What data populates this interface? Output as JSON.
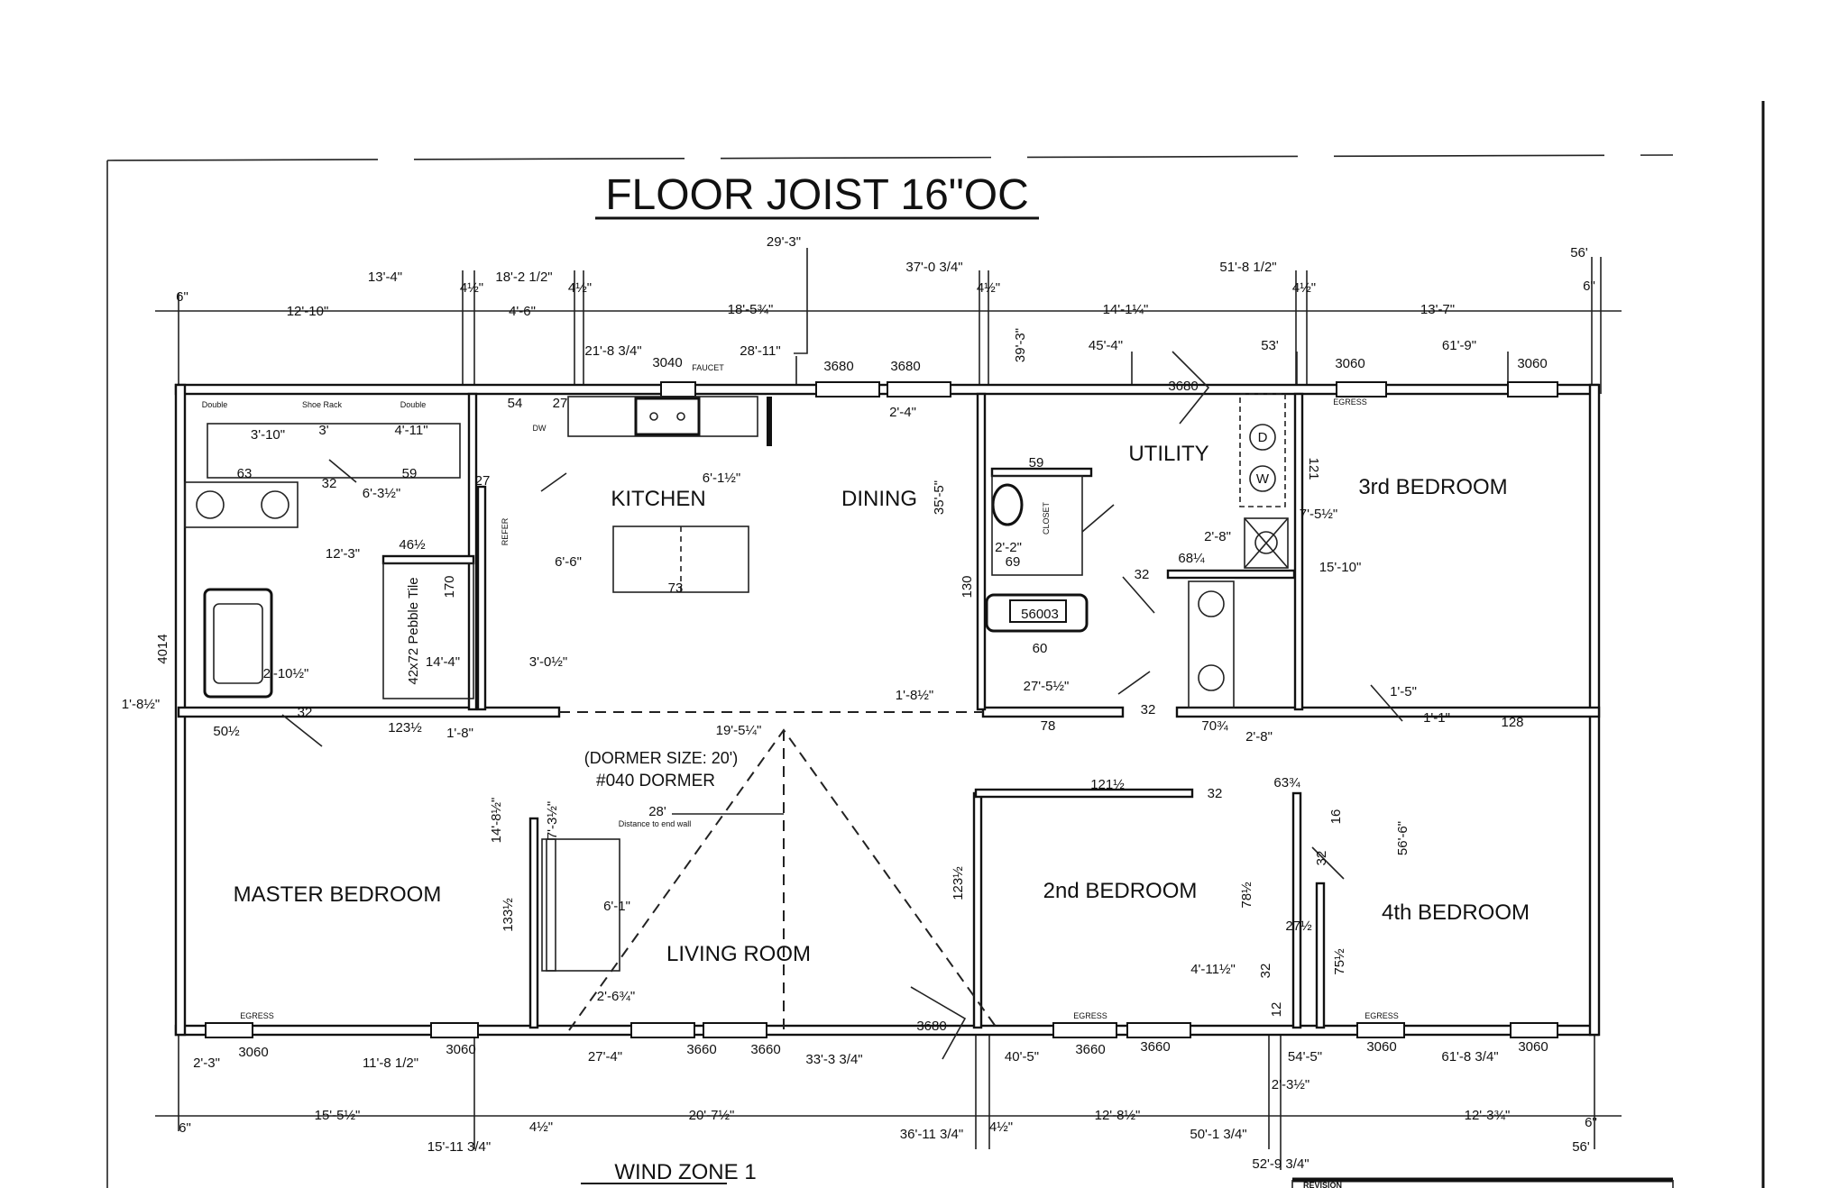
{
  "title": "FLOOR JOIST 16\"OC",
  "rooms": {
    "kitchen": "KITCHEN",
    "dining": "DINING",
    "utility": "UTILITY",
    "bedroom3": "3rd BEDROOM",
    "master": "MASTER BEDROOM",
    "living": "LIVING ROOM",
    "bedroom2": "2nd BEDROOM",
    "bedroom4": "4th BEDROOM"
  },
  "dormer": {
    "size": "(DORMER SIZE: 20')",
    "name": "#040 DORMER",
    "distance": "28'",
    "distance_note": "Distance to end wall"
  },
  "wind_zone": "WIND ZONE 1",
  "revision": "REVISION",
  "labels": [
    "6\"",
    "13'-4\"",
    "12'-10\"",
    "4½\"",
    "18'-2 1/2\"",
    "4'-6\"",
    "4½\"",
    "29'-3\"",
    "18'-5¾\"",
    "37'-0 3/4\"",
    "4½\"",
    "14'-1¼\"",
    "51'-8 1/2\"",
    "4½\"",
    "13'-7\"",
    "56'",
    "6\"",
    "21'-8 3/4\"",
    "3040",
    "FAUCET",
    "28'-11\"",
    "3680",
    "3680",
    "39'-3\"",
    "45'-4\"",
    "53'",
    "61'-9\"",
    "3680",
    "3060",
    "3060",
    "EGRESS",
    "Double",
    "Shoe Rack",
    "Double",
    "3'-10\"",
    "3'",
    "4'-11\"",
    "54",
    "27",
    "63",
    "59",
    "32",
    "6'-3½\"",
    "27",
    "6'-1½\"",
    "2'-4\"",
    "59",
    "35'-5\"",
    "12'-3\"",
    "46½",
    "6'-6\"",
    "73",
    "2'-2\"",
    "69",
    "32",
    "68¼",
    "2'-8\"",
    "15'-10\"",
    "7'-5½\"",
    "121",
    "130",
    "170",
    "56003",
    "60",
    "14'-4\"",
    "3'-0½\"",
    "2'-10½\"",
    "1'-8½\"",
    "27'-5½\"",
    "4014",
    "1'-8½\"",
    "32",
    "50½",
    "123½",
    "1'-8\"",
    "19'-5¼\"",
    "78",
    "32",
    "70¾",
    "2'-8\"",
    "1'-5\"",
    "1'-1\"",
    "128",
    "121½",
    "32",
    "63¾",
    "14'-8½\"",
    "7'-3½\"",
    "56'-6\"",
    "16",
    "32",
    "133½",
    "6'-1\"",
    "123½",
    "78½",
    "27½",
    "75½",
    "4'-11½\"",
    "32",
    "12",
    "2'-6¾\"",
    "3680",
    "EGRESS",
    "3060",
    "2'-3\"",
    "11'-8 1/2\"",
    "3060",
    "27'-4\"",
    "3660",
    "3660",
    "33'-3 3/4\"",
    "40'-5\"",
    "EGRESS",
    "3660",
    "3660",
    "54'-5\"",
    "EGRESS",
    "3060",
    "61'-8 3/4\"",
    "3060",
    "2'-3½\"",
    "6\"",
    "15'-5½\"",
    "20'-7½\"",
    "12'-8½\"",
    "12'-3¾\"",
    "6\"",
    "15'-11 3/4\"",
    "36'-11 3/4\"",
    "50'-1 3/4\"",
    "52'-9 3/4\"",
    "56'",
    "4½\"",
    "4½\"",
    "CLOSET",
    "42x72 Pebble Tile",
    "REFER",
    "D",
    "W",
    "DW"
  ]
}
